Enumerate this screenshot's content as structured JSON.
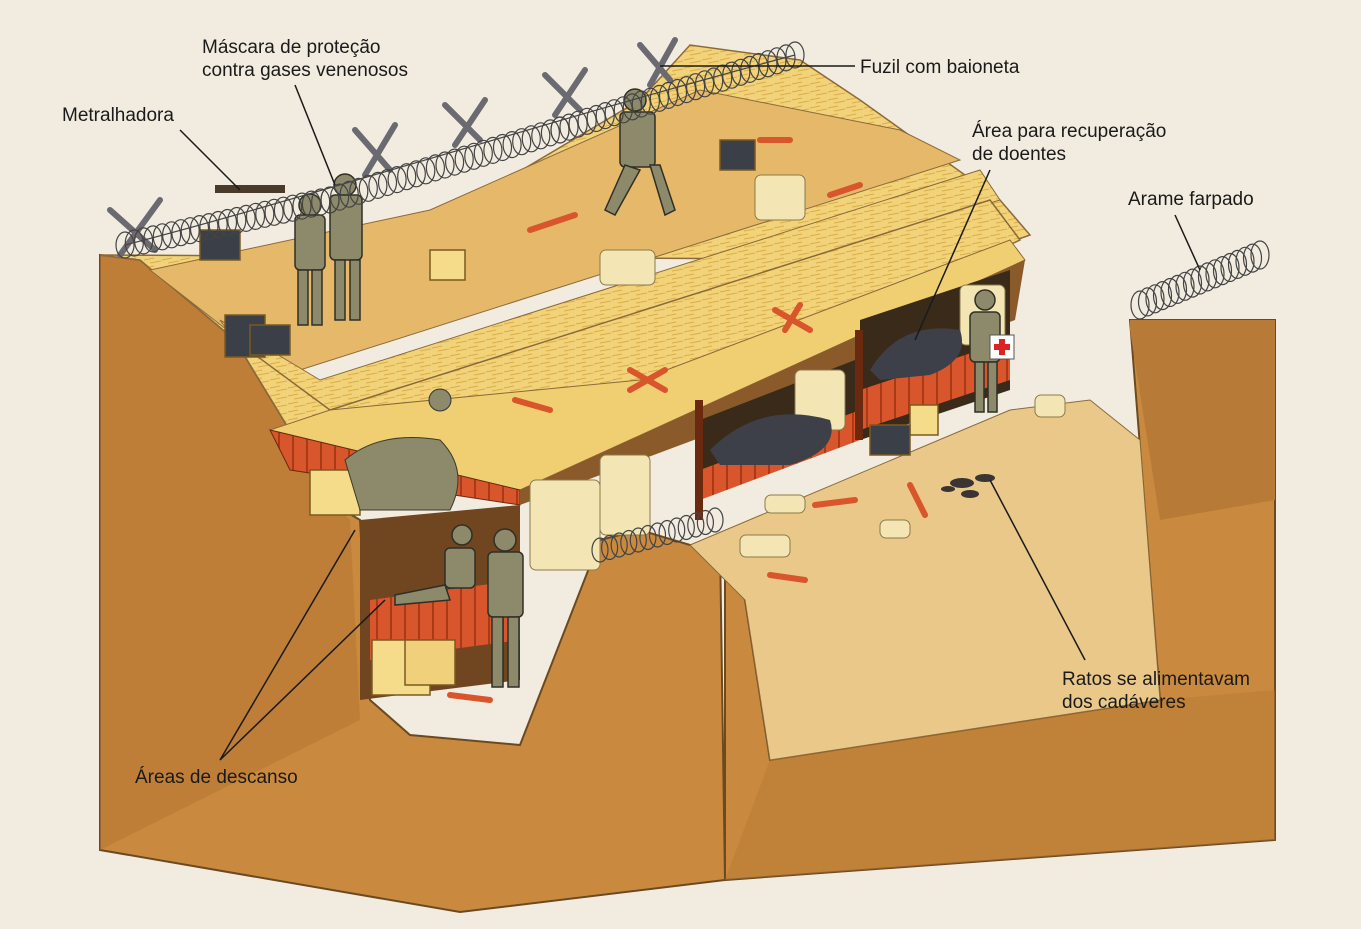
{
  "labels": {
    "machine_gun": "Metralhadora",
    "gas_mask_line1": "Máscara de proteção",
    "gas_mask_line2": "contra gases venenosos",
    "rifle_bayonet": "Fuzil com baioneta",
    "sick_area_line1": "Área para recuperação",
    "sick_area_line2": "de doentes",
    "barbed_wire": "Arame farpado",
    "rats_line1": "Ratos se alimentavam",
    "rats_line2": "dos cadáveres",
    "rest_areas": "Áreas de descanso"
  },
  "colors": {
    "page_bg": "#f2ece0",
    "earth_side": "#c98a3f",
    "earth_dark": "#a9692b",
    "ground_top": "#f0cf72",
    "trench_floor": "#e9c889",
    "wood_red": "#d9552b",
    "sandbag": "#f3e6b4",
    "uniform": "#8d8a6b",
    "blanket": "#3d4048",
    "wire": "#444444"
  }
}
